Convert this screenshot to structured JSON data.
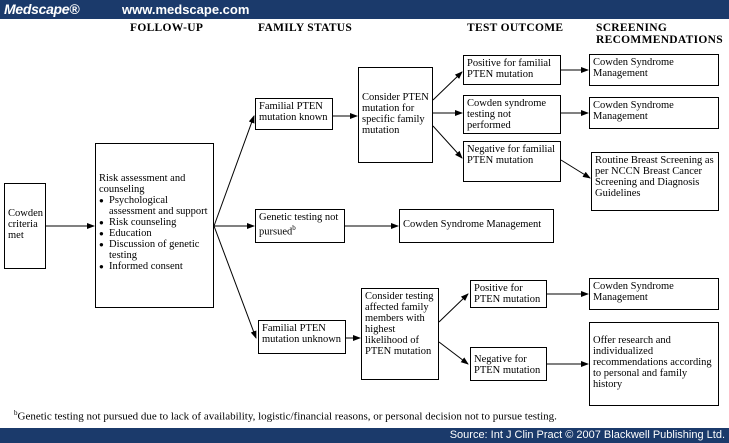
{
  "header": {
    "brand": "Medscape®",
    "url": "www.medscape.com"
  },
  "columns": {
    "followup": "FOLLOW-UP",
    "family_status": "FAMILY STATUS",
    "test_outcome": "TEST OUTCOME",
    "screening_line1": "SCREENING",
    "screening_line2": "RECOMMENDATIONS"
  },
  "nodes": {
    "cowden_criteria": "Cowden criteria met",
    "risk_title": "Risk assessment and counseling",
    "risk_items": [
      "Psychological assessment and support",
      "Risk counseling",
      "Education",
      "Discussion of genetic testing",
      "Informed consent"
    ],
    "familial_known": "Familial PTEN mutation known",
    "genetic_not_pursued": "Genetic testing not pursued",
    "genetic_not_pursued_sup": "b",
    "familial_unknown": "Familial PTEN mutation unknown",
    "consider_pten": "Consider PTEN mutation for specific family mutation",
    "positive_familial": "Positive for familial PTEN mutation",
    "cowden_not_performed": "Cowden syndrome testing not performed",
    "negative_familial": "Negative for familial PTEN mutation",
    "consider_testing": "Consider testing affected family members with highest likelihood of PTEN mutation",
    "positive_pten": "Positive for PTEN mutation",
    "negative_pten": "Negative for PTEN mutation",
    "csm_1": "Cowden Syndrome Management",
    "csm_2": "Cowden Syndrome Management",
    "routine_screening": "Routine Breast Screening as per NCCN Breast Cancer Screening and Diagnosis Guidelines",
    "csm_mid": "Cowden Syndrome Management",
    "csm_3": "Cowden Syndrome Management",
    "offer_research": "Offer research and individualized recommendations according to personal and family history"
  },
  "footnote": {
    "sup": "b",
    "text": "Genetic testing not pursued due to lack of availability, logistic/financial reasons, or personal decision not to pursue testing."
  },
  "footer": {
    "source": "Source: Int J Clin Pract © 2007 Blackwell Publishing Ltd."
  },
  "colors": {
    "bar": "#1b3a6b",
    "line": "#000000"
  }
}
